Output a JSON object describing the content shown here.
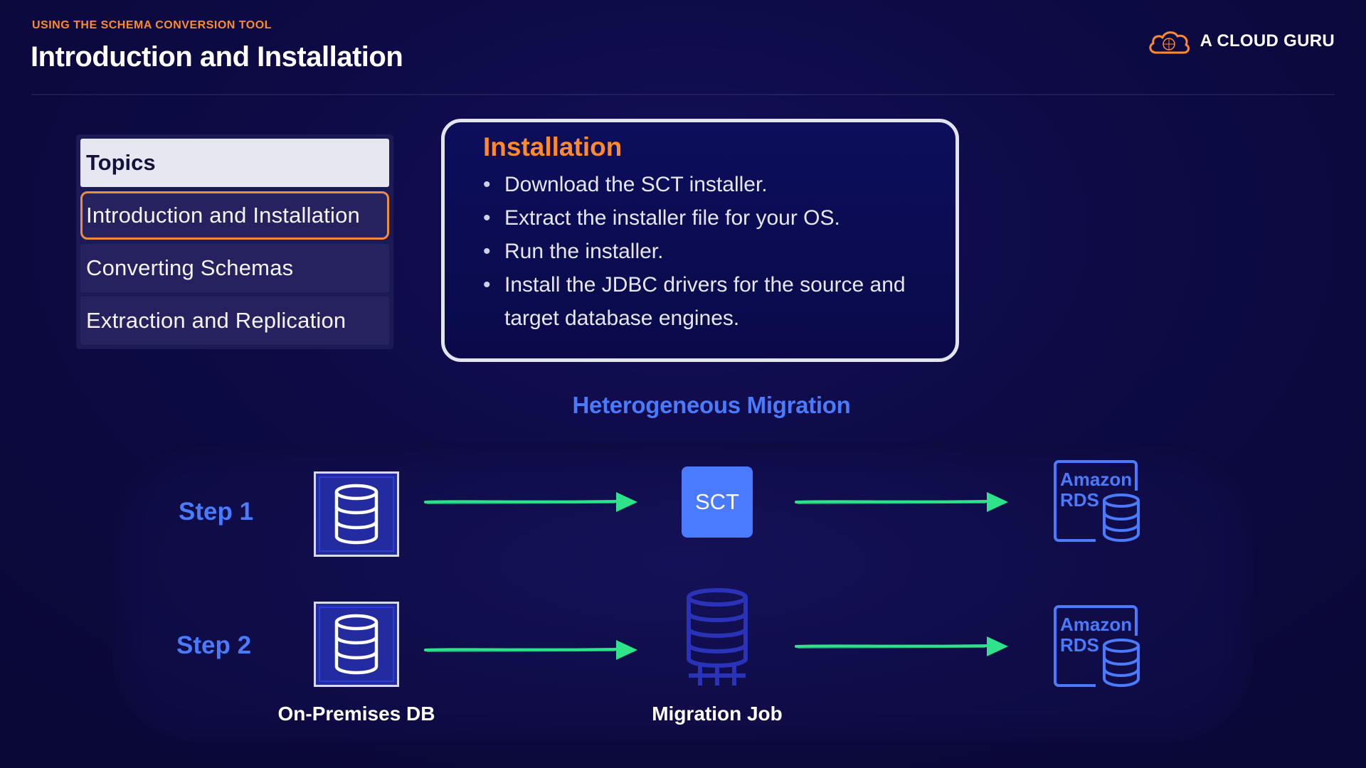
{
  "header": {
    "kicker": "USING THE SCHEMA CONVERSION TOOL",
    "title": "Introduction and Installation",
    "brand": "A CLOUD GURU"
  },
  "topics": {
    "heading": "Topics",
    "items": [
      {
        "label": "Introduction and Installation",
        "active": true
      },
      {
        "label": "Converting Schemas",
        "active": false
      },
      {
        "label": "Extraction and Replication",
        "active": false
      }
    ]
  },
  "installation": {
    "title": "Installation",
    "bullets": [
      "Download the SCT installer.",
      "Extract the installer file for your OS.",
      "Run the installer.",
      "Install the JDBC drivers for the source and target database engines."
    ]
  },
  "diagram": {
    "title": "Heterogeneous Migration",
    "steps": [
      {
        "label": "Step 1",
        "middle": "SCT"
      },
      {
        "label": "Step 2",
        "middle": ""
      }
    ],
    "rds_label_line1": "Amazon",
    "rds_label_line2": "RDS",
    "captions": {
      "source": "On-Premises DB",
      "middle": "Migration Job"
    }
  },
  "colors": {
    "accent_orange": "#ff8a2a",
    "accent_blue": "#4a7bff",
    "arrow_green": "#2fe38a",
    "background": "#0d0a45"
  },
  "icons": [
    "cloud-logo-icon",
    "database-icon",
    "migration-job-icon",
    "amazon-rds-icon",
    "arrow-right-icon"
  ]
}
